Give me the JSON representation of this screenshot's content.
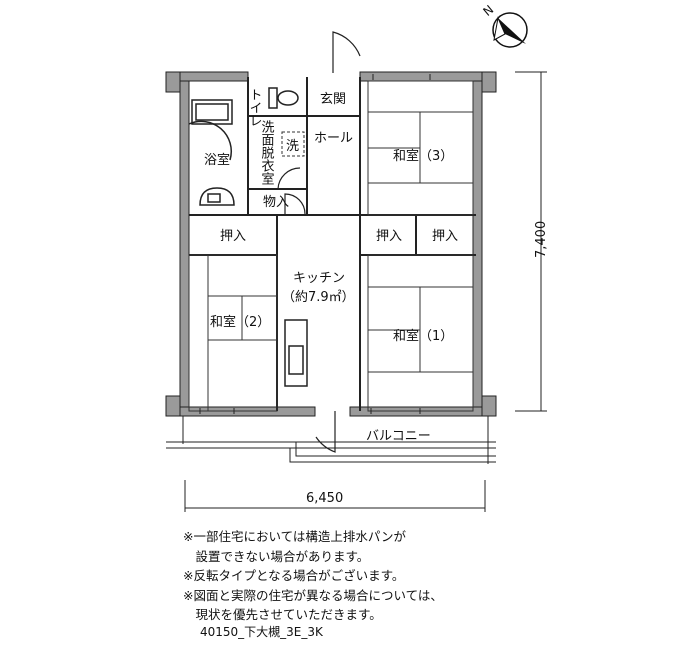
{
  "compass": {
    "north_label": "N"
  },
  "rooms": {
    "toilet": "トイレ",
    "entrance": "玄関",
    "washroom": "洗面脱衣室",
    "washer": "洗",
    "hall": "ホール",
    "bath": "浴室",
    "storage": "物入",
    "closet_left": "押入",
    "kitchen_line1": "キッチン",
    "kitchen_line2": "（約7.9㎡）",
    "washitsu3": "和室（3）",
    "closet_mid": "押入",
    "closet_right": "押入",
    "washitsu2": "和室（2）",
    "washitsu1": "和室（1）",
    "balcony": "バルコニー"
  },
  "dimensions": {
    "width": "6,450",
    "depth": "7,400"
  },
  "notes": [
    "※一部住宅においては構造上排水パンが",
    "　設置できない場合があります。",
    "※反転タイプとなる場合がございます。",
    "※図面と実際の住宅が異なる場合については、",
    "　現状を優先させていただきます。"
  ],
  "plan_code": "40150_下大槻_3E_3K"
}
